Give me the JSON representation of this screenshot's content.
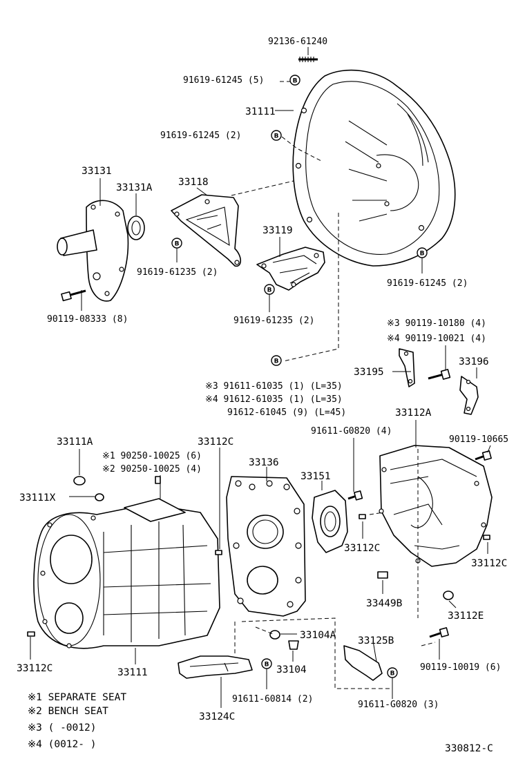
{
  "badge_letter": "B",
  "labels": {
    "p92136": "92136-61240",
    "p91619_245_5": "91619-61245 (5)",
    "p31111": "31111",
    "p91619_245_2a": "91619-61245 (2)",
    "p33131": "33131",
    "p33131A": "33131A",
    "p33118": "33118",
    "p33119": "33119",
    "p91619_235_2a": "91619-61235 (2)",
    "p91619_245_2b": "91619-61245 (2)",
    "p90119_08333": "90119-08333 (8)",
    "p91619_235_2b": "91619-61235 (2)",
    "p3_90119_10180": "※3 90119-10180 (4)",
    "p4_90119_10021": "※4 90119-10021 (4)",
    "p33195": "33195",
    "p33196": "33196",
    "p3_91611_61035": "※3 91611-61035 (1) (L=35)",
    "p4_91612_61035": "※4 91612-61035 (1) (L=35)",
    "p91612_61045": "91612-61045 (9) (L=45)",
    "p33112A": "33112A",
    "p33111A": "33111A",
    "p33112C_top": "33112C",
    "p91611_G0820_4": "91611-G0820 (4)",
    "p90119_10665": "90119-10665",
    "p1_90250": "※1 90250-10025 (6)",
    "p2_90250": "※2 90250-10025 (4)",
    "p33136": "33136",
    "p33151": "33151",
    "p33111X": "33111X",
    "p33112C_mid": "33112C",
    "p33112C_right": "33112C",
    "p33449B": "33449B",
    "p33112E": "33112E",
    "p33104A": "33104A",
    "p33125B": "33125B",
    "p33112C_left": "33112C",
    "p33111": "33111",
    "p33104": "33104",
    "p90119_10019": "90119-10019 (6)",
    "p91611_60814": "91611-60814 (2)",
    "p91611_G0820_3": "91611-G0820 (3)",
    "p33124C": "33124C"
  },
  "notes": [
    "※1 SEPARATE SEAT",
    "※2 BENCH SEAT",
    "※3 (     -0012)",
    "※4 (0012-     )"
  ],
  "diagram_code": "330812-C"
}
